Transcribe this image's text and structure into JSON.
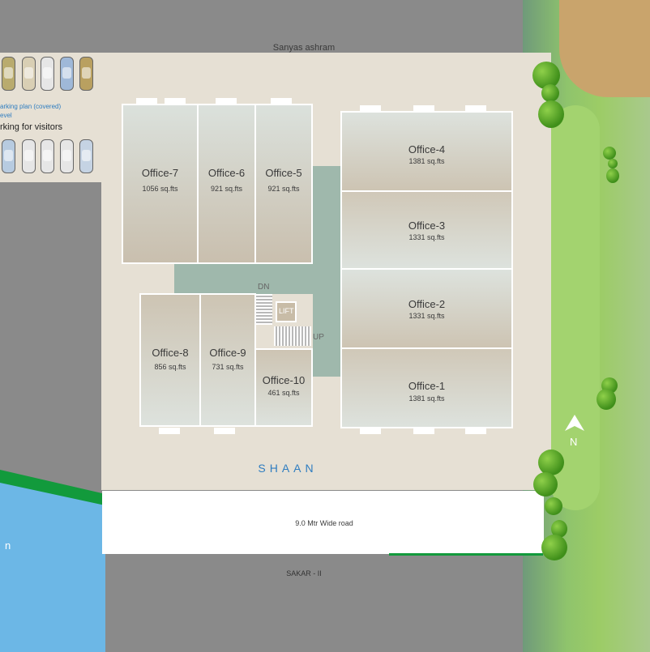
{
  "roads": {
    "top": "Sanyas ashram",
    "main": "9.0 Mtr Wide road",
    "bottom": "SAKAR - II"
  },
  "building_name": "SHAAN",
  "parking": {
    "covered_label": "arking plan (covered)",
    "level_label": "evel",
    "visitors_label": "rking for visitors"
  },
  "water_label": "n",
  "north_label": "N",
  "stairs": {
    "down": "DN",
    "up": "UP",
    "lift": "LIFT"
  },
  "offices": [
    {
      "name": "Office-7",
      "area": "1056 sq.fts"
    },
    {
      "name": "Office-6",
      "area": "921 sq.fts"
    },
    {
      "name": "Office-5",
      "area": "921 sq.fts"
    },
    {
      "name": "Office-4",
      "area": "1381 sq.fts"
    },
    {
      "name": "Office-3",
      "area": "1331 sq.fts"
    },
    {
      "name": "Office-2",
      "area": "1331 sq.fts"
    },
    {
      "name": "Office-1",
      "area": "1381 sq.fts"
    },
    {
      "name": "Office-8",
      "area": "856 sq.fts"
    },
    {
      "name": "Office-9",
      "area": "731 sq.fts"
    },
    {
      "name": "Office-10",
      "area": "461 sq.fts"
    }
  ],
  "colors": {
    "plot": "#e6e0d4",
    "corridor": "#9fb8ac",
    "water": "#6cb7e6",
    "grass": "#8cc36a",
    "road": "#8a8a8a"
  }
}
